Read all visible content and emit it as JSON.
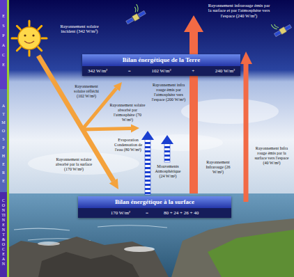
{
  "diagram": {
    "nodes": [
      {
        "text": [
          "Bilan énergétique de la Terre",
          "342 W/m²",
          "=",
          "102 W/m²",
          "+",
          "240 W/m²"
        ]
      },
      {
        "text": [
          "Bilan énergétique à la surface",
          "170 W/m²",
          "=",
          "80 + 24 + 26 + 40"
        ]
      }
    ],
    "labels": [
      "ESPACE",
      "ATMOSPHERE",
      "CONTINENT&OCEAN",
      "Rayonnement solaire incident (342 W/m²)",
      "Rayonnement infrarouge émis par la surface et par l'atmosphère vers l'espace (240 W/m²)",
      "Rayonnement solaire réfléchi (102 W/m²)",
      "Rayonnement solaire absorbé par l'atmosphère (70 W/m²)",
      "Rayonnement infra rouge émis par l'atmosphère vers l'espace (200 W/m²)",
      "Rayonnement solaire absorbé par la surface (170 W/m²)",
      "Evaporation Condensation de l'eau (80 W/m²)",
      "Mouvements Atmosphérique (24 W/m²)",
      "Rayonnement Infrarouge (26 W/m²)",
      "Rayonnement Infra rouge émis par la surface vers l'espace (40 W/m²)"
    ]
  }
}
